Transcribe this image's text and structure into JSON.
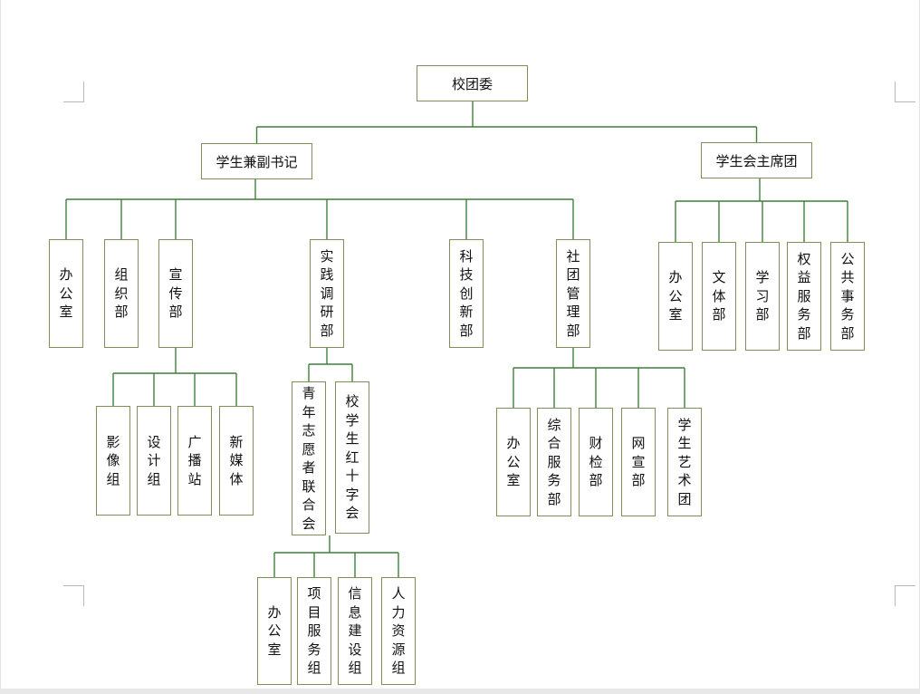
{
  "diagram": {
    "nodes": [
      {
        "id": "root",
        "label": "校团委",
        "orient": "h"
      },
      {
        "id": "secretary",
        "label": "学生兼副书记",
        "orient": "h"
      },
      {
        "id": "presidium",
        "label": "学生会主席团",
        "orient": "h"
      },
      {
        "id": "s-office",
        "label": "办公室",
        "orient": "v"
      },
      {
        "id": "s-org",
        "label": "组织部",
        "orient": "v"
      },
      {
        "id": "s-publicity",
        "label": "宣传部",
        "orient": "v"
      },
      {
        "id": "s-practice",
        "label": "实践调研部",
        "orient": "v"
      },
      {
        "id": "s-tech",
        "label": "科技创新部",
        "orient": "v"
      },
      {
        "id": "s-club",
        "label": "社团管理部",
        "orient": "v"
      },
      {
        "id": "p-office",
        "label": "办公室",
        "orient": "v"
      },
      {
        "id": "p-culture",
        "label": "文体部",
        "orient": "v"
      },
      {
        "id": "p-study",
        "label": "学习部",
        "orient": "v"
      },
      {
        "id": "p-rights",
        "label": "权益服务部",
        "orient": "v"
      },
      {
        "id": "p-affairs",
        "label": "公共事务部",
        "orient": "v"
      },
      {
        "id": "pub-image",
        "label": "影像组",
        "orient": "v"
      },
      {
        "id": "pub-design",
        "label": "设计组",
        "orient": "v"
      },
      {
        "id": "pub-radio",
        "label": "广播站",
        "orient": "v"
      },
      {
        "id": "pub-media",
        "label": "新媒体",
        "orient": "v"
      },
      {
        "id": "pr-volunteer",
        "label": "青年志愿者联合会",
        "orient": "v"
      },
      {
        "id": "pr-redcross",
        "label": "校学生红十字会",
        "orient": "v"
      },
      {
        "id": "vol-office",
        "label": "办公室",
        "orient": "v"
      },
      {
        "id": "vol-project",
        "label": "项目服务组",
        "orient": "v"
      },
      {
        "id": "vol-info",
        "label": "信息建设组",
        "orient": "v"
      },
      {
        "id": "vol-hr",
        "label": "人力资源组",
        "orient": "v"
      },
      {
        "id": "club-office",
        "label": "办公室",
        "orient": "v"
      },
      {
        "id": "club-service",
        "label": "综合服务部",
        "orient": "v"
      },
      {
        "id": "club-finance",
        "label": "财检部",
        "orient": "v"
      },
      {
        "id": "club-web",
        "label": "网宣部",
        "orient": "v"
      },
      {
        "id": "club-art",
        "label": "学生艺术团",
        "orient": "v"
      }
    ],
    "edges": [
      [
        "root",
        "secretary"
      ],
      [
        "root",
        "presidium"
      ],
      [
        "secretary",
        "s-office"
      ],
      [
        "secretary",
        "s-org"
      ],
      [
        "secretary",
        "s-publicity"
      ],
      [
        "secretary",
        "s-practice"
      ],
      [
        "secretary",
        "s-tech"
      ],
      [
        "secretary",
        "s-club"
      ],
      [
        "presidium",
        "p-office"
      ],
      [
        "presidium",
        "p-culture"
      ],
      [
        "presidium",
        "p-study"
      ],
      [
        "presidium",
        "p-rights"
      ],
      [
        "presidium",
        "p-affairs"
      ],
      [
        "s-publicity",
        "pub-image"
      ],
      [
        "s-publicity",
        "pub-design"
      ],
      [
        "s-publicity",
        "pub-radio"
      ],
      [
        "s-publicity",
        "pub-media"
      ],
      [
        "s-practice",
        "pr-volunteer"
      ],
      [
        "s-practice",
        "pr-redcross"
      ],
      [
        "pr-volunteer",
        "vol-office"
      ],
      [
        "pr-volunteer",
        "vol-project"
      ],
      [
        "pr-volunteer",
        "vol-info"
      ],
      [
        "pr-volunteer",
        "vol-hr"
      ],
      [
        "s-club",
        "club-office"
      ],
      [
        "s-club",
        "club-service"
      ],
      [
        "s-club",
        "club-finance"
      ],
      [
        "s-club",
        "club-web"
      ],
      [
        "s-club",
        "club-art"
      ]
    ],
    "colors": {
      "line": "#3f7f3a",
      "border": "#7f8f55",
      "text": "#111111"
    }
  }
}
